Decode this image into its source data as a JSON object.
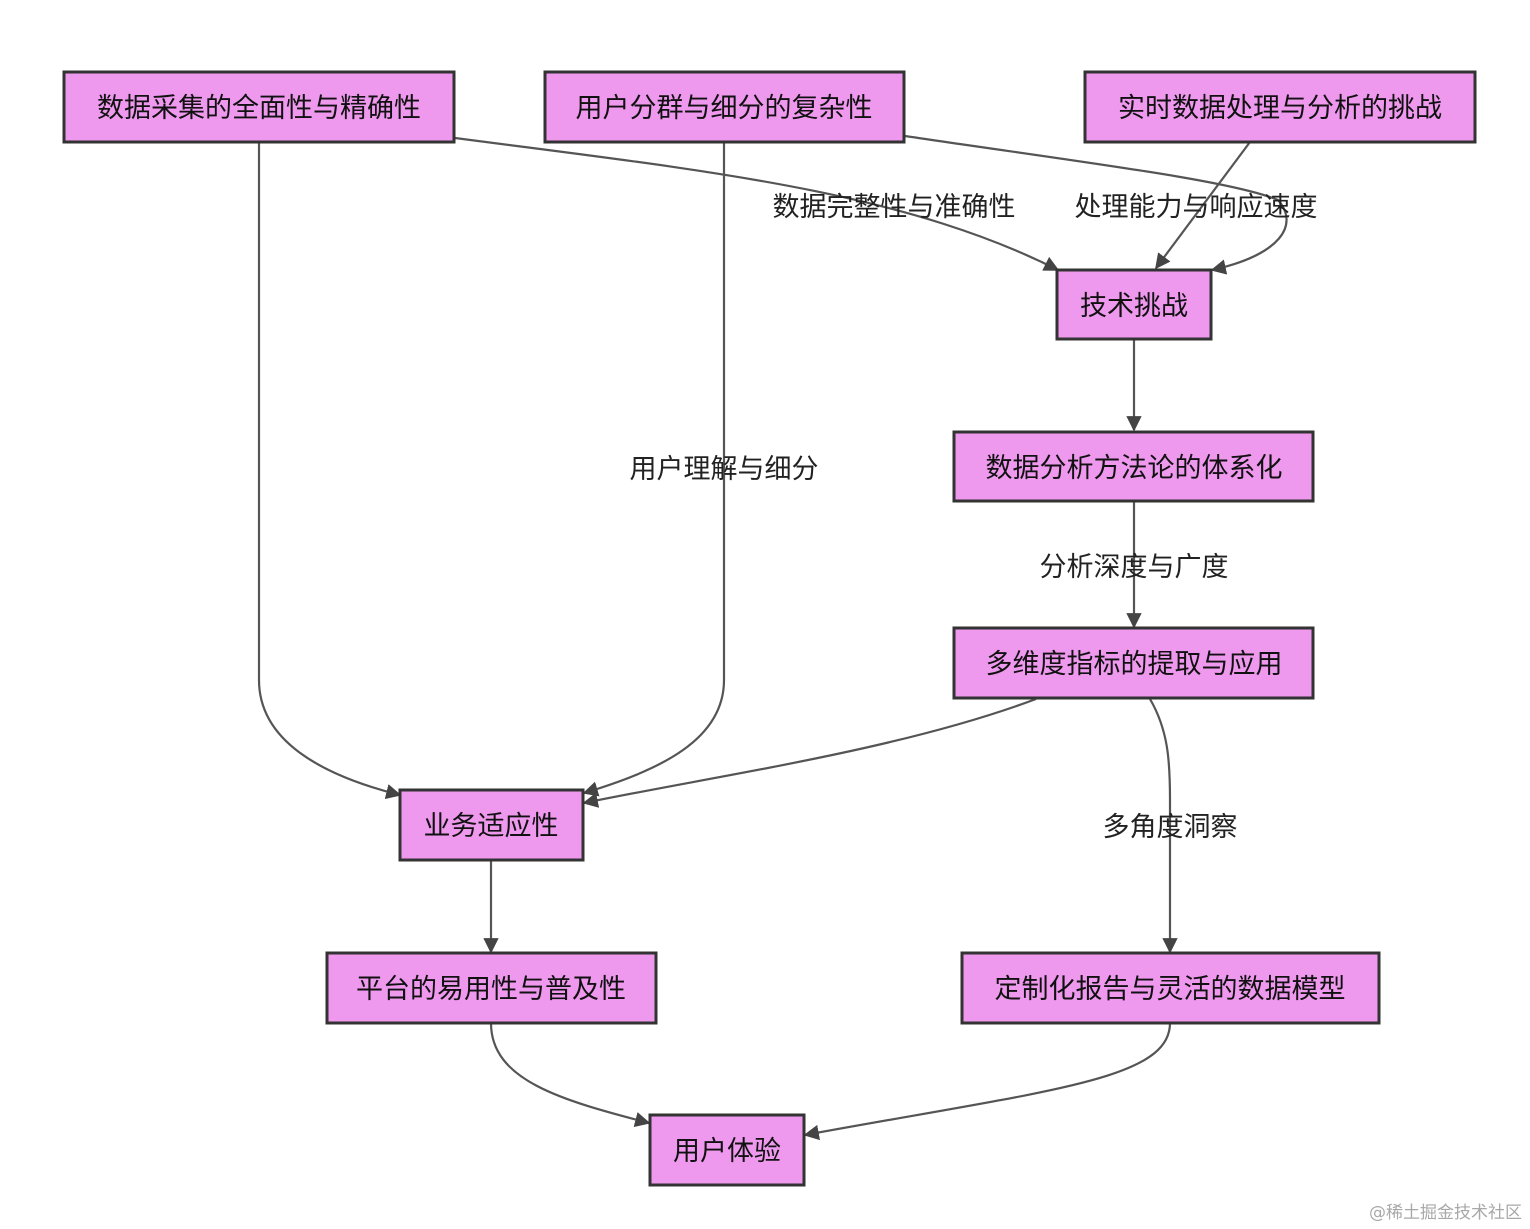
{
  "nodes": {
    "data_collection": "数据采集的全面性与精确性",
    "user_segmentation": "用户分群与细分的复杂性",
    "realtime_processing": "实时数据处理与分析的挑战",
    "tech_challenge": "技术挑战",
    "methodology": "数据分析方法论的体系化",
    "multi_metrics": "多维度指标的提取与应用",
    "business_fit": "业务适应性",
    "platform_usability": "平台的易用性与普及性",
    "custom_reports": "定制化报告与灵活的数据模型",
    "user_experience": "用户体验"
  },
  "edge_labels": {
    "data_integrity": "数据完整性与准确性",
    "processing_capacity": "处理能力与响应速度",
    "user_understanding": "用户理解与细分",
    "analysis_depth": "分析深度与广度",
    "multi_angle": "多角度洞察"
  },
  "colors": {
    "node_fill": "#ee99ee",
    "node_stroke": "#333333",
    "edge": "#555555"
  },
  "watermark": "@稀土掘金技术社区"
}
